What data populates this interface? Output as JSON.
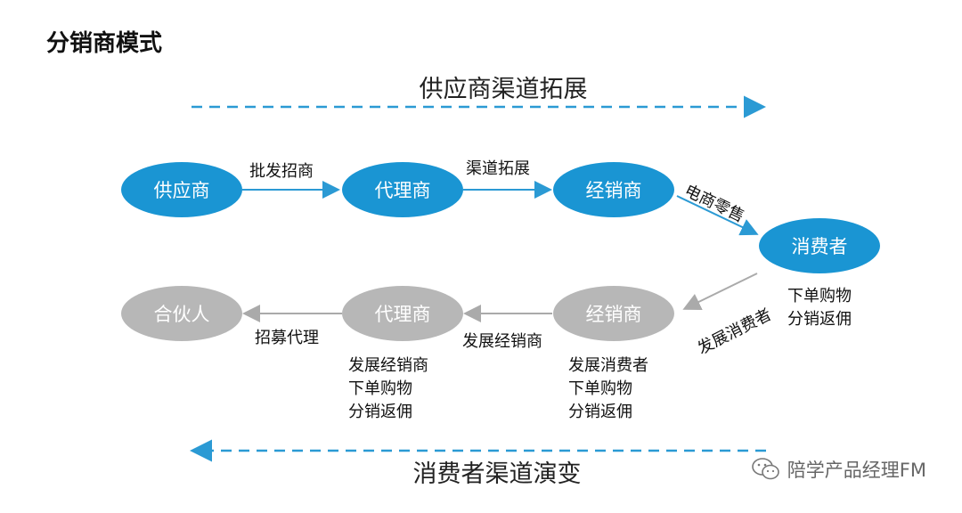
{
  "title": "分销商模式",
  "top_banner": "供应商渠道拓展",
  "bottom_banner": "消费者渠道演变",
  "top_row": {
    "nodes": [
      "供应商",
      "代理商",
      "经销商"
    ],
    "edges": [
      "批发招商",
      "渠道拓展"
    ],
    "diag_label": "电商零售"
  },
  "consumer": {
    "label": "消费者",
    "notes": [
      "下单购物",
      "分销返佣"
    ]
  },
  "bottom_row": {
    "diag_label": "发展消费者",
    "nodes": [
      "经销商",
      "代理商",
      "合伙人"
    ],
    "edges": [
      "发展经销商",
      "招募代理"
    ],
    "dealer_notes": [
      "发展消费者",
      "下单购物",
      "分销返佣"
    ],
    "agent_notes": [
      "发展经销商",
      "下单购物",
      "分销返佣"
    ]
  },
  "watermark": "陪学产品经理FM",
  "colors": {
    "blue": "#1a95d3",
    "gray": "#b7b7b7",
    "blue_line": "#2b9ad4",
    "gray_line": "#aaaaaa"
  }
}
